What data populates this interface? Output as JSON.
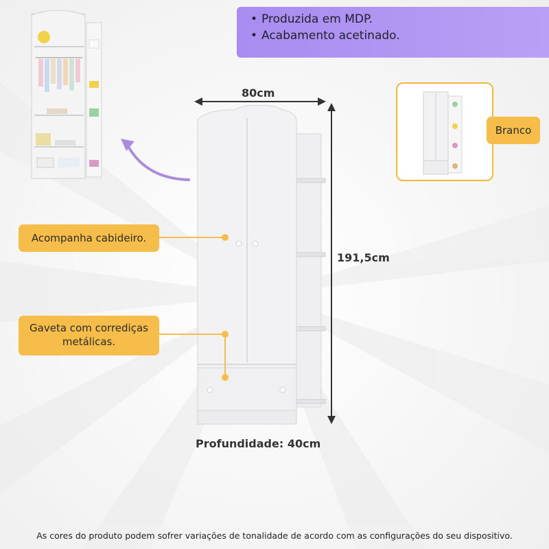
{
  "banner": {
    "items": [
      "Produzida em MDP.",
      "Acabamento acetinado."
    ]
  },
  "dimensions": {
    "width": "80cm",
    "height": "191,5cm",
    "depth": "Profundidade: 40cm"
  },
  "callouts": {
    "hanger": "Acompanha cabideiro.",
    "drawer": "Gaveta com corrediças metálicas.",
    "color": "Branco"
  },
  "footer": "As cores do produto podem sofrer variações de tonalidade de acordo com as configurações do seu dispositivo.",
  "colors": {
    "banner": "#b39af2",
    "callout": "#f7bd4a",
    "arrow": "#a98ddd",
    "furniture": "#f1f1f3"
  }
}
